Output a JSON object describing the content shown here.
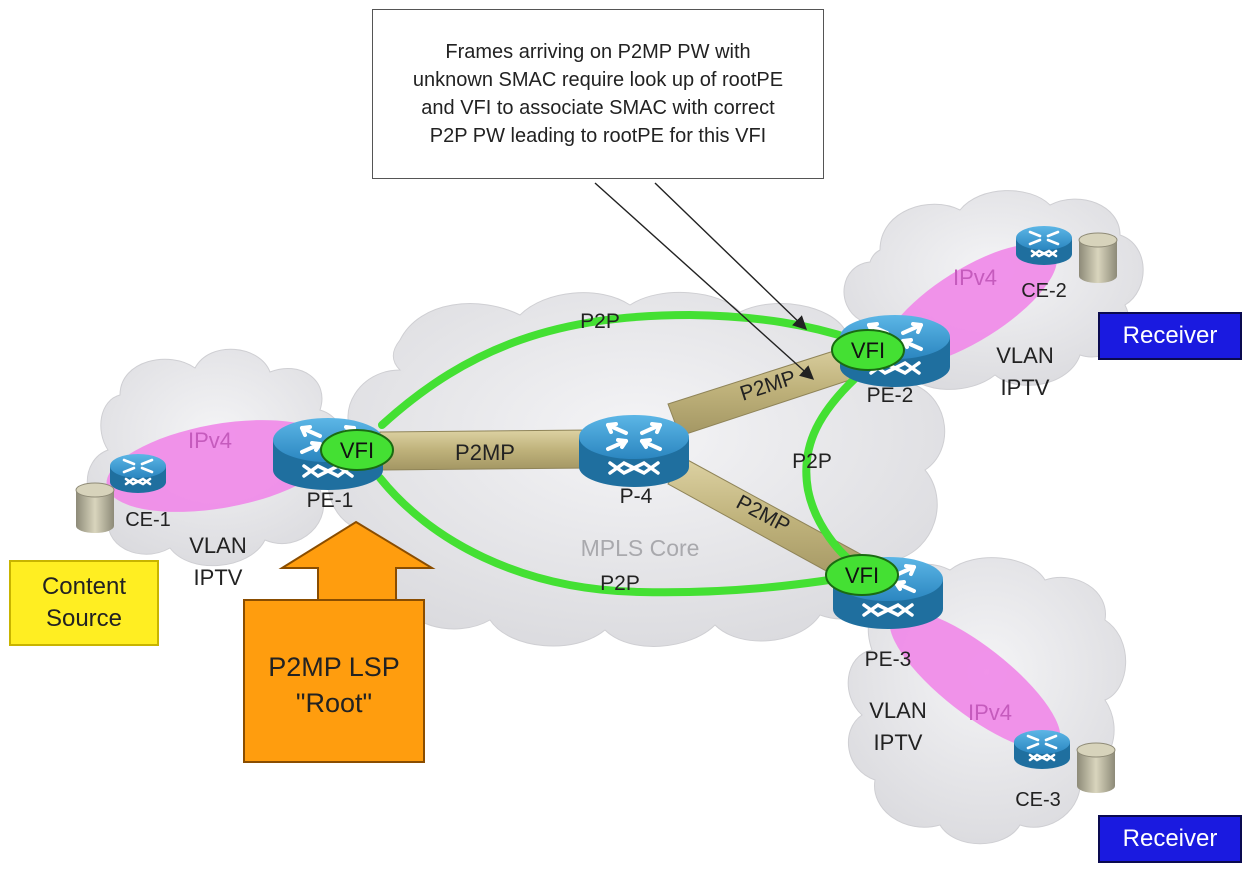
{
  "callout": {
    "text": "Frames arriving on P2MP PW with unknown SMAC require look up of rootPE and VFI to associate SMAC with correct P2P PW leading to rootPE for this VFI"
  },
  "nodes": {
    "pe1": "PE-1",
    "pe2": "PE-2",
    "pe3": "PE-3",
    "p4": "P-4",
    "ce1": "CE-1",
    "ce2": "CE-2",
    "ce3": "CE-3"
  },
  "vfi_label": "VFI",
  "links": {
    "p2p": "P2P",
    "p2mp": "P2MP"
  },
  "cloud_labels": {
    "core": "MPLS Core",
    "ipv4": "IPv4",
    "vlan": "VLAN",
    "iptv": "IPTV"
  },
  "boxes": {
    "receiver_top": "Receiver",
    "receiver_bottom": "Receiver",
    "content_source": "Content\nSource",
    "root_line1": "P2MP LSP",
    "root_line2": "\"Root\""
  },
  "colors": {
    "p2p_green": "#44e033",
    "p2mp_tan": "#c8bb86",
    "router_blue": "#2f8fc8",
    "ipv4_pink": "#f08ae8",
    "cloud_gray": "#e3e3e5",
    "receiver_blue": "#1a1ae0",
    "content_yellow": "#ffee22",
    "root_orange": "#ff9d0e"
  },
  "icons": [
    "router-icon",
    "server-icon",
    "arrow-up-icon"
  ]
}
